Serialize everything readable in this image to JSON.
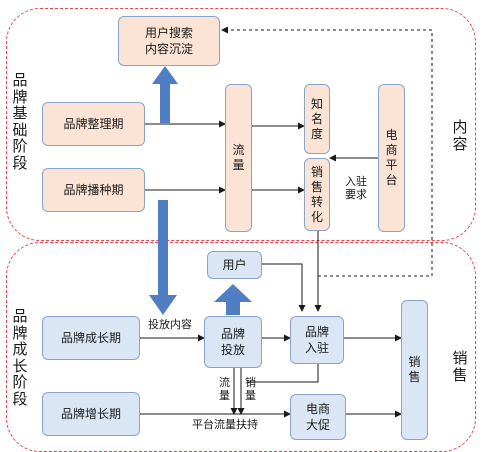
{
  "regions": {
    "top_left_label": "品\n牌\n基\n础\n阶\n段",
    "top_right_label": "内\n容",
    "bottom_left_label": "品\n牌\n成\n长\n阶\n段",
    "bottom_right_label": "销\n售"
  },
  "nodes": {
    "user_search": "用户搜索\n内容沉淀",
    "brand_organize": "品牌整理期",
    "brand_seed": "品牌播种期",
    "traffic": "流\n量",
    "awareness": "知\n名\n度",
    "sales_conversion": "销\n售\n转\n化",
    "ecommerce_platform": "电\n商\n平\n台",
    "user": "用户",
    "brand_growth": "品牌成长期",
    "brand_increase": "品牌增长期",
    "brand_launch": "品牌\n投放",
    "brand_settle": "品牌\n入驻",
    "ecommerce_promo": "电商\n大促",
    "sales": "销\n售"
  },
  "labels": {
    "settle_requirement": "入驻\n要求",
    "content_delivery": "投放内容",
    "traffic_small": "流\n量",
    "sales_small": "销\n量",
    "platform_support": "平台流量扶持"
  },
  "colors": {
    "region_border": "#e8434a",
    "box_border": "#8aa3c9",
    "box_peach": "#fbe4d5",
    "box_blue": "#dbe6f4",
    "big_arrow": "#4f7ec2"
  }
}
